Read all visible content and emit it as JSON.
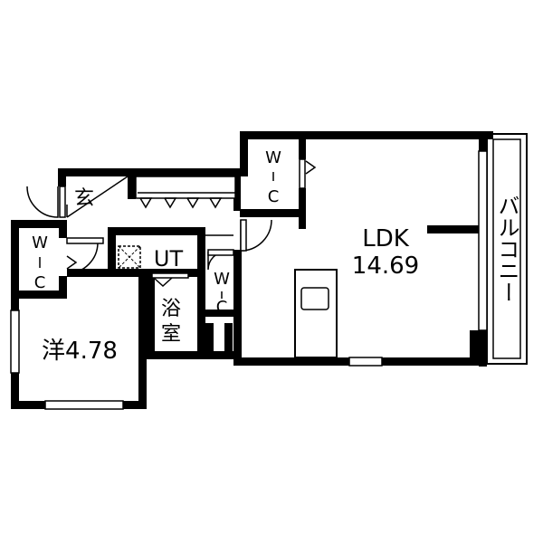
{
  "rooms": {
    "ldk": {
      "name": "LDK",
      "area": "14.69"
    },
    "western": {
      "name": "洋4.78"
    },
    "entrance": {
      "name": "玄"
    },
    "utility": {
      "name": "UT"
    },
    "bath": {
      "line1": "浴",
      "line2": "室"
    },
    "balcony": {
      "name": "バルコニー"
    },
    "wic_top": {
      "top": "W",
      "bottom": "C"
    },
    "wic_left": {
      "top": "W",
      "bottom": "C"
    },
    "wc": {
      "top": "W",
      "bottom": "C"
    }
  }
}
